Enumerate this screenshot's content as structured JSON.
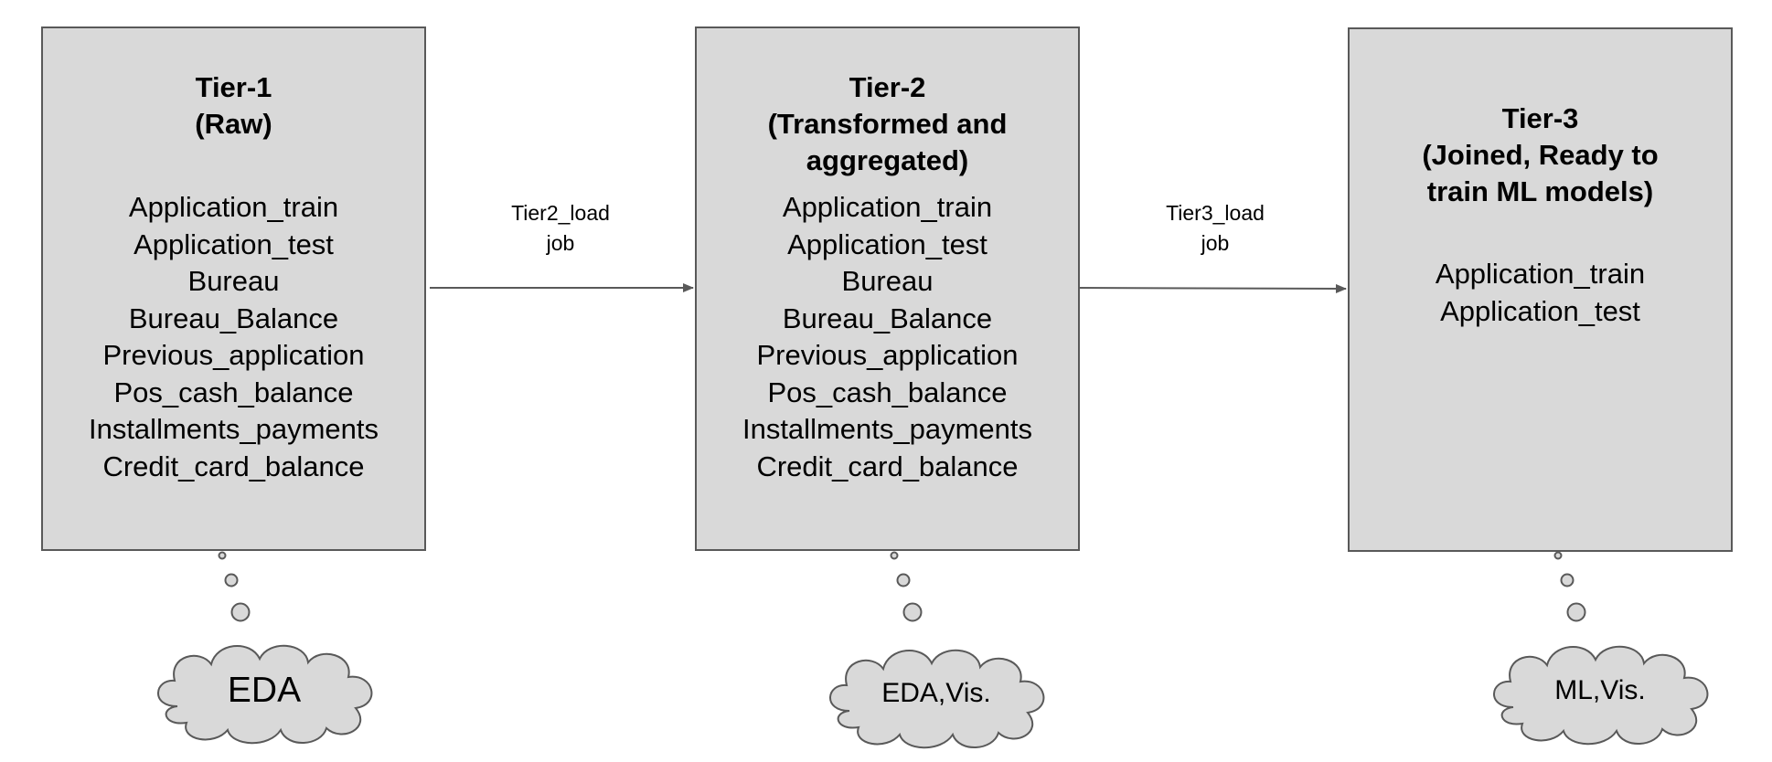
{
  "tiers": [
    {
      "title_line1": "Tier-1",
      "title_line2": "(Raw)",
      "title_line3": "",
      "tables": [
        "Application_train",
        "Application_test",
        "Bureau",
        "Bureau_Balance",
        "Previous_application",
        "Pos_cash_balance",
        "Installments_payments",
        "Credit_card_balance"
      ],
      "cloud_label": "EDA"
    },
    {
      "title_line1": "Tier-2",
      "title_line2": "(Transformed and",
      "title_line3": "aggregated)",
      "tables": [
        "Application_train",
        "Application_test",
        "Bureau",
        "Bureau_Balance",
        "Previous_application",
        "Pos_cash_balance",
        "Installments_payments",
        "Credit_card_balance"
      ],
      "cloud_label": "EDA,Vis."
    },
    {
      "title_line1": "Tier-3",
      "title_line2": "(Joined, Ready to",
      "title_line3": "train ML models)",
      "tables": [
        "Application_train",
        "Application_test"
      ],
      "cloud_label": "ML,Vis."
    }
  ],
  "edges": [
    {
      "label_line1": "Tier2_load",
      "label_line2": "job"
    },
    {
      "label_line1": "Tier3_load",
      "label_line2": "job"
    }
  ],
  "colors": {
    "box_fill": "#d9d9d9",
    "stroke": "#595959"
  }
}
